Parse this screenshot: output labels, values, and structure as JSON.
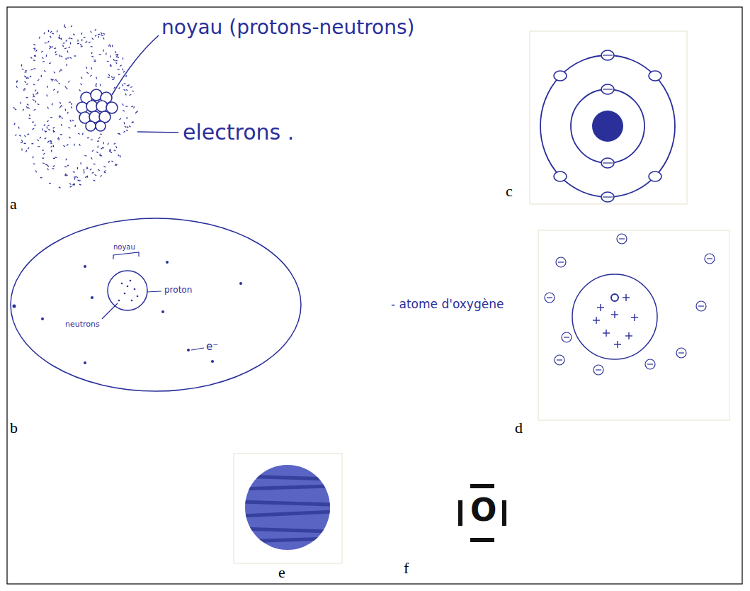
{
  "diagram": {
    "labels": [
      "noyau (protons-neutrons)",
      "electrons .",
      "a",
      "c",
      "noyau",
      "proton",
      "neutrons",
      "e⁻",
      "- atome d'oxygène",
      "b",
      "d",
      "e",
      "O",
      "f"
    ]
  }
}
